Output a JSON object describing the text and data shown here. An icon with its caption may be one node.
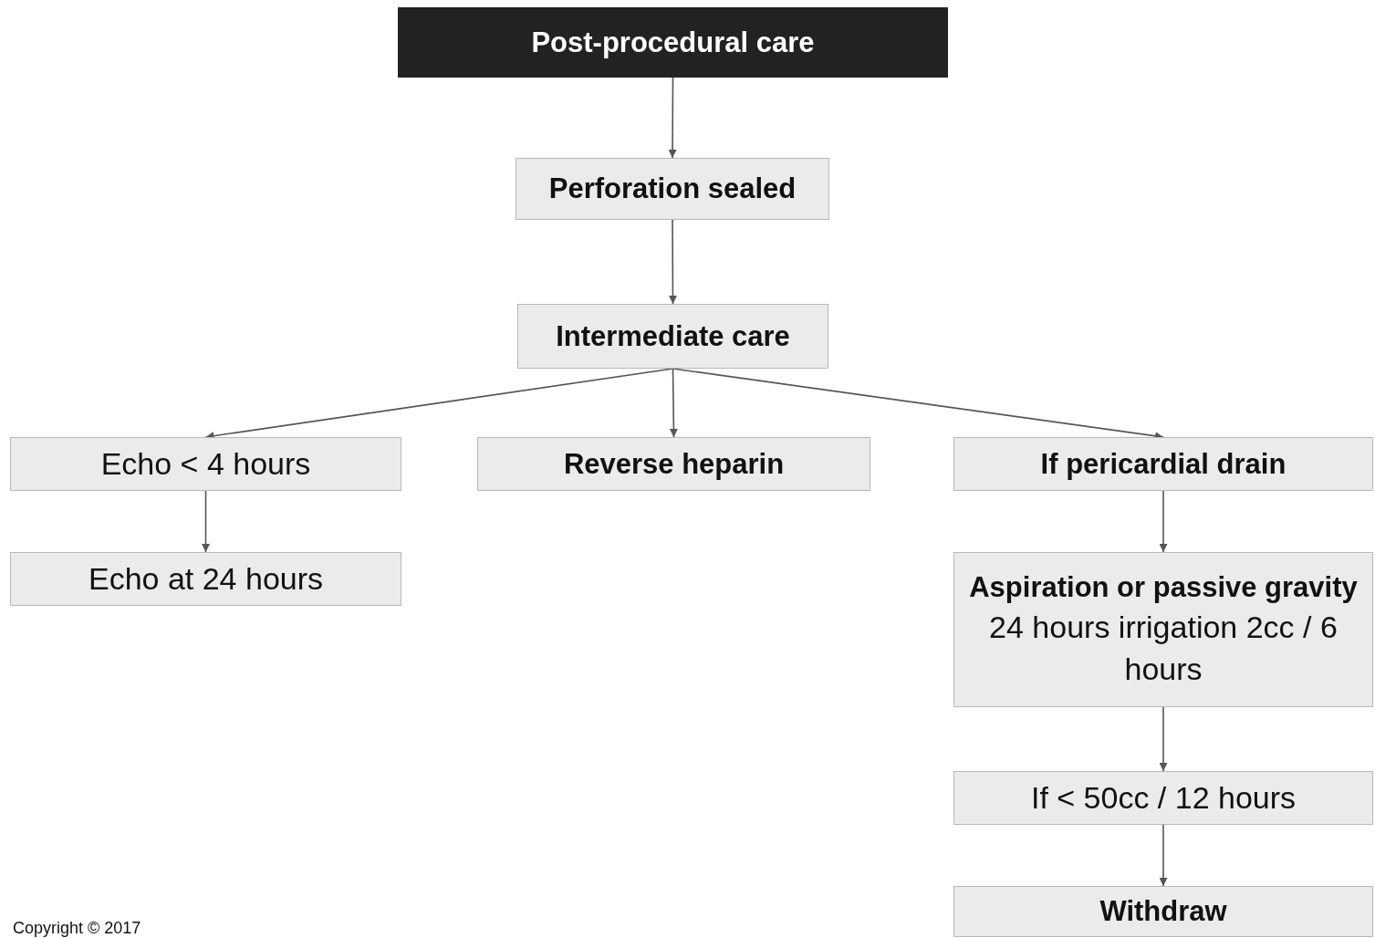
{
  "diagram": {
    "nodes": [
      {
        "text": [
          "Post-procedural care"
        ]
      },
      {
        "text": [
          "Perforation sealed"
        ]
      },
      {
        "text": [
          "Intermediate care"
        ]
      },
      {
        "text": [
          "Echo < 4 hours"
        ]
      },
      {
        "text": [
          "Reverse heparin"
        ]
      },
      {
        "text": [
          "If pericardial drain"
        ]
      },
      {
        "text": [
          "Echo at 24 hours"
        ]
      },
      {
        "text": [
          "Aspiration or passive gravity",
          "24 hours irrigation 2cc / 6 hours"
        ]
      },
      {
        "text": [
          "If < 50cc / 12 hours"
        ]
      },
      {
        "text": [
          "Withdraw"
        ]
      }
    ],
    "edges": [
      {
        "from": 0,
        "to": 1,
        "arrow": "to"
      },
      {
        "from": 1,
        "to": 2,
        "arrow": "to"
      },
      {
        "from": 2,
        "to": 3,
        "arrow": "to"
      },
      {
        "from": 2,
        "to": 4,
        "arrow": "to"
      },
      {
        "from": 2,
        "to": 5,
        "arrow": "to"
      },
      {
        "from": 3,
        "to": 6,
        "arrow": "to"
      },
      {
        "from": 5,
        "to": 7,
        "arrow": "to"
      },
      {
        "from": 7,
        "to": 8,
        "arrow": "to"
      },
      {
        "from": 8,
        "to": 9,
        "arrow": "to"
      }
    ],
    "labels": [
      "Copyright © 2017"
    ]
  }
}
